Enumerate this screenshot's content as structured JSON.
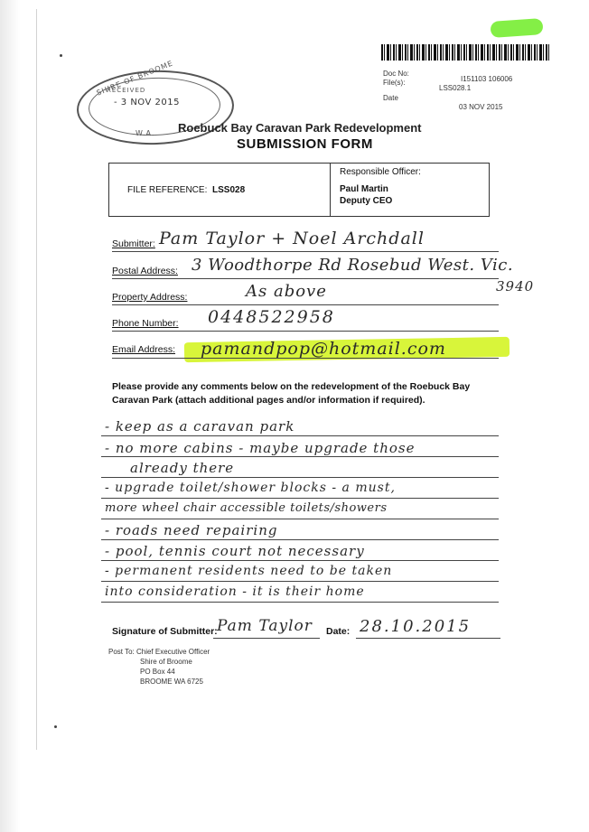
{
  "doc_meta": {
    "doc_no_label": "Doc No:",
    "doc_no": "I151103 106006",
    "files_label": "File(s):",
    "files": "LSS028.1",
    "date_label": "Date",
    "date": "03 NOV 2015"
  },
  "stamp": {
    "top": "SHIRE OF BROOME",
    "received": "RECEIVED",
    "date": "- 3 NOV 2015",
    "bottom": "W.A."
  },
  "title": {
    "line1": "Roebuck Bay Caravan Park Redevelopment",
    "line2": "SUBMISSION FORM"
  },
  "file_box": {
    "file_reference_label": "FILE REFERENCE:",
    "file_reference": "LSS028",
    "responsible_officer_label": "Responsible Officer:",
    "officer_name": "Paul Martin",
    "officer_title": "Deputy CEO"
  },
  "fields": {
    "submitter_label": "Submitter:",
    "submitter": "Pam Taylor + Noel Archdall",
    "postal_label": "Postal Address:",
    "postal": "3 Woodthorpe Rd Rosebud West. Vic.",
    "postcode": "3940",
    "property_label": "Property Address:",
    "property": "As above",
    "phone_label": "Phone Number:",
    "phone": "0448522958",
    "email_label": "Email Address:",
    "email": "pamandpop@hotmail.com"
  },
  "instructions": "Please provide any comments below on the redevelopment of the Roebuck Bay Caravan Park (attach additional pages and/or information if required).",
  "comments": [
    "- keep as a caravan park",
    "- no more cabins - maybe upgrade those",
    "already there",
    "- upgrade toilet/shower blocks - a must,",
    "more wheel chair accessible toilets/showers",
    "- roads need repairing",
    "- pool, tennis court not necessary",
    "- permanent residents need to be taken",
    "into consideration - it is their home"
  ],
  "signature": {
    "label": "Signature of Submitter:",
    "value": "Pam Taylor",
    "date_label": "Date:",
    "date": "28.10.2015"
  },
  "post_to": {
    "line1": "Post To: Chief Executive Officer",
    "line2": "Shire of Broome",
    "line3": "PO Box 44",
    "line4": "BROOME WA 6725"
  },
  "colors": {
    "highlighter": "#d8f53a",
    "highlighter_top": "#7dee3c",
    "ink": "#2a2a2a"
  }
}
